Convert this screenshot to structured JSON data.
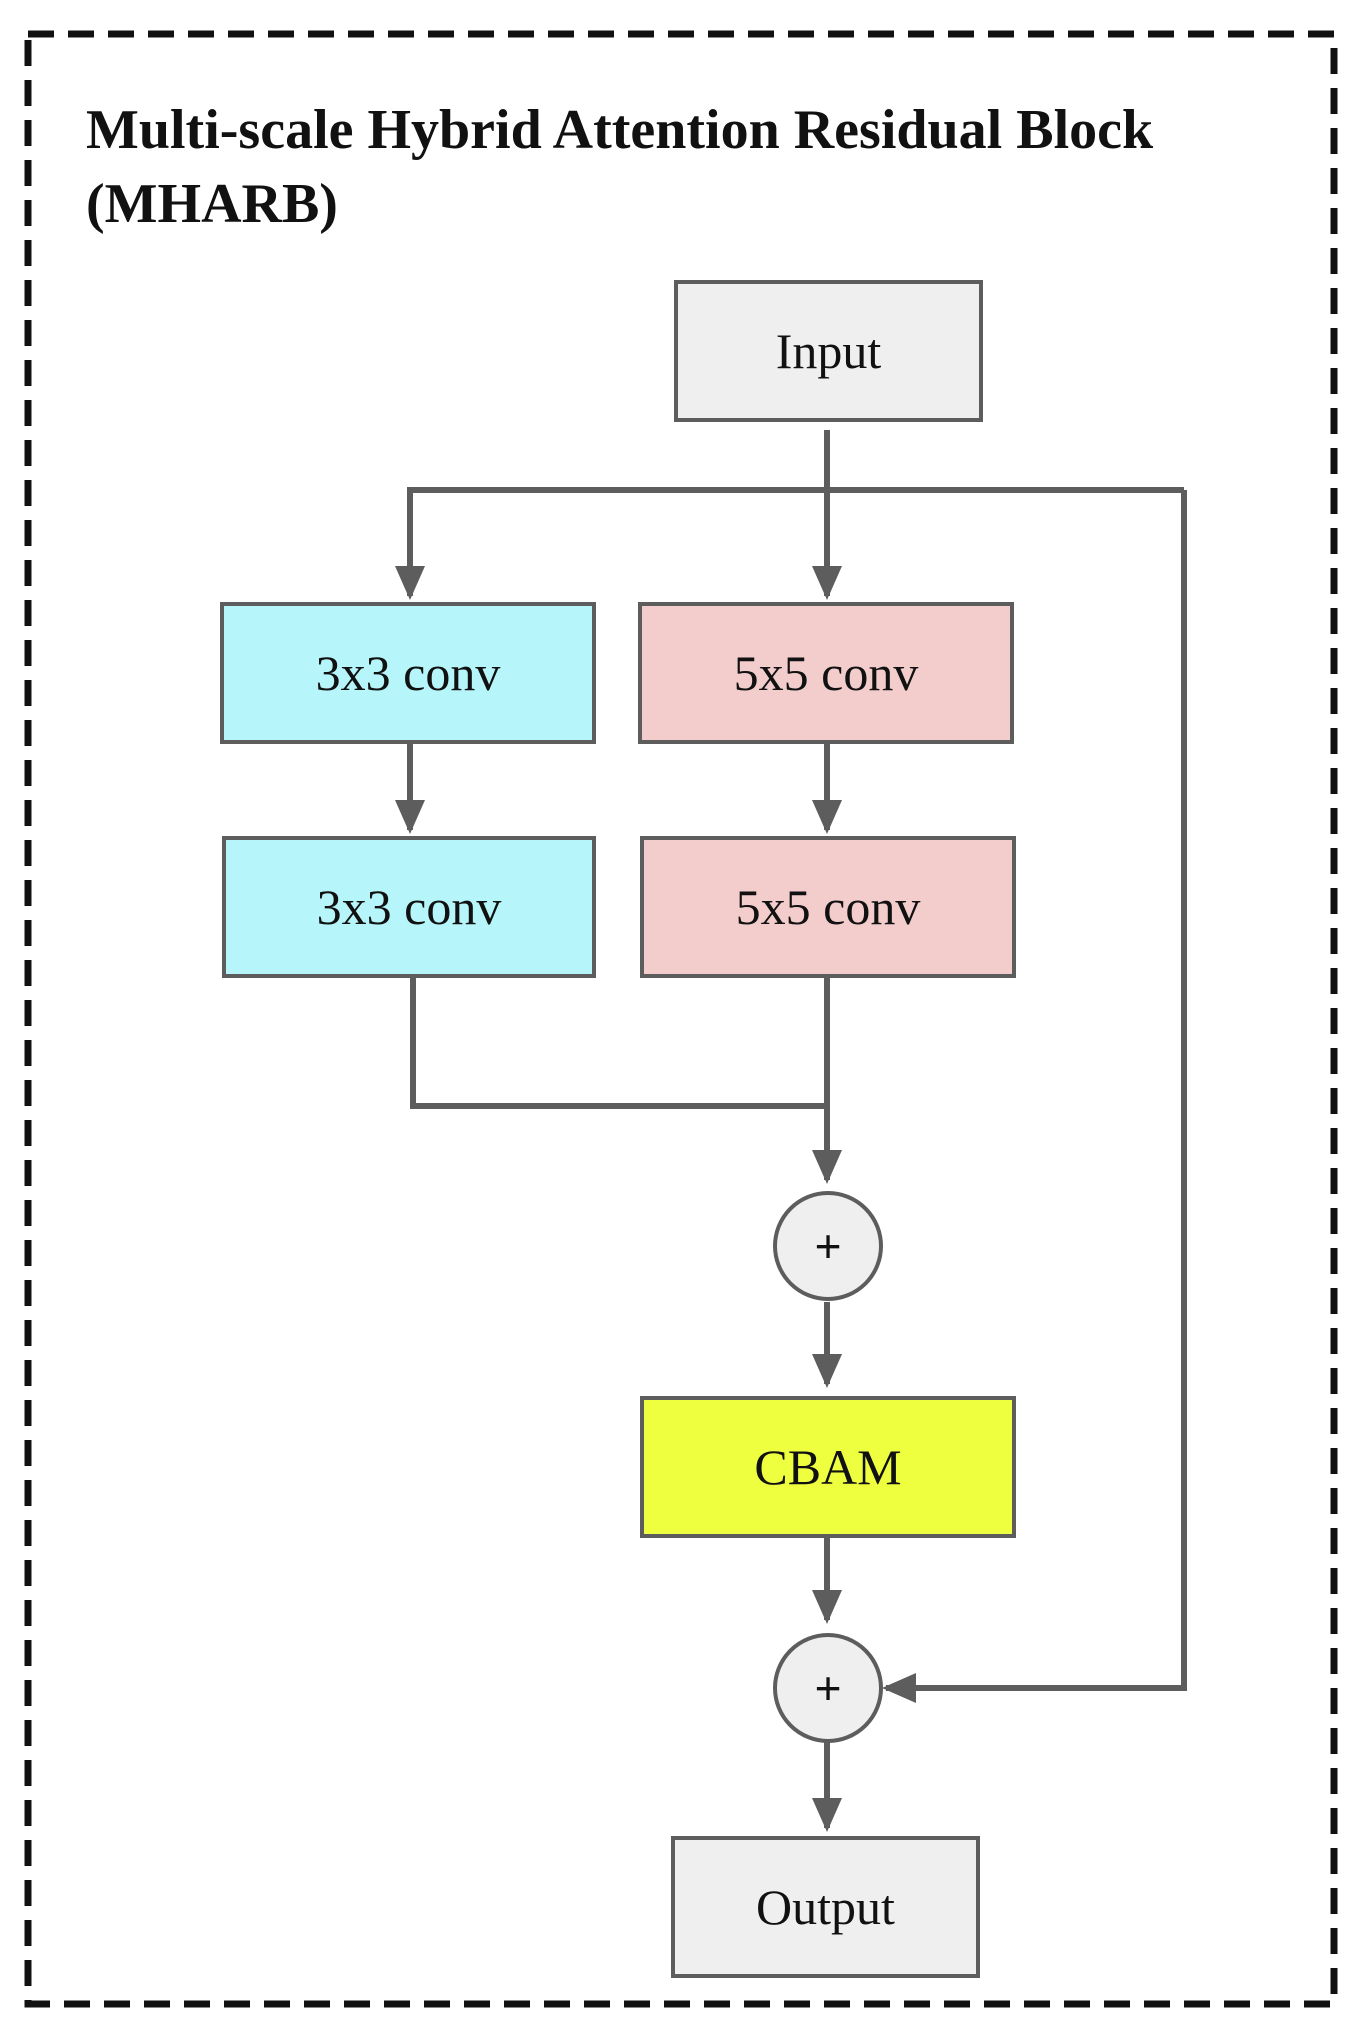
{
  "title": {
    "line1": "Multi-scale Hybrid Attention Residual Block",
    "line2": "(MHARB)"
  },
  "nodes": {
    "input": {
      "label": "Input",
      "color": "#efefef"
    },
    "conv3_a": {
      "label": "3x3 conv",
      "color": "#b6f6fb"
    },
    "conv5_a": {
      "label": "5x5 conv",
      "color": "#f3cccc"
    },
    "conv3_b": {
      "label": "3x3 conv",
      "color": "#b6f6fb"
    },
    "conv5_b": {
      "label": "5x5 conv",
      "color": "#f3cccc"
    },
    "sum1": {
      "label": "+",
      "color": "#efefef"
    },
    "cbam": {
      "label": "CBAM",
      "color": "#eeff40"
    },
    "sum2": {
      "label": "+",
      "color": "#efefef"
    },
    "output": {
      "label": "Output",
      "color": "#efefef"
    }
  },
  "colors": {
    "connector": "#5d5d5d",
    "frame": "#111111"
  }
}
